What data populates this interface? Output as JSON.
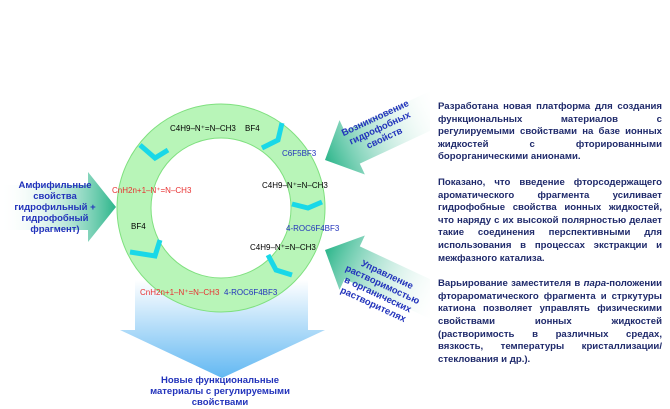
{
  "left_arrow": {
    "lines": [
      "Амфифильные",
      "свойства",
      "гидрофильный +",
      "гидрофобный",
      "фрагмент)"
    ]
  },
  "bottom_arrow": {
    "lines": [
      "Новые функциональные",
      "материалы с регулируемыми",
      "свойствами"
    ]
  },
  "top_right_arrow": {
    "lines": [
      "Возникновение",
      "гидрофобных",
      "свойств"
    ]
  },
  "bottom_right_arrow": {
    "lines": [
      "Управление",
      "растворимостью",
      "в органических",
      "растворителях"
    ]
  },
  "ring": {
    "cation_butyl": {
      "left": "C4H9",
      "n1": "N",
      "n2": "N",
      "right": "CH3"
    },
    "cation_alkyl": {
      "left": "CnH2n+1",
      "right": "CH3"
    },
    "anion_bf4": "BF4",
    "anion_c6f5bf3": "C6F5BF3",
    "anion_roc6f4bf3": "4-ROC6F4BF3"
  },
  "text_panel": {
    "p1": "Разработана новая платформа для создания функциональных материалов с регулируемыми свойствами на базе ионных жидкостей с фторированными борорганическими анионами.",
    "p2": "Показано, что введение фторсодержащего ароматического фрагмента усиливает гидрофобные свойства ионных жидкостей, что наряду с их высокой полярностью делает такие соединения перспективными для использования в процессах экстракции и межфазного катализа.",
    "p3_a": "Варьирование заместителя в ",
    "p3_italic": "пара",
    "p3_b": "-положении фторароматического фрагмента и стркутуры катиона позволяет управлять физическими свойствами ионных жидкостей (растворимость в различных средах, вязкость, температуры кристаллизации/стеклования и др.)."
  },
  "colors": {
    "ring": "#b8f5b8",
    "ring_edge": "#7fe07f",
    "separator": "#19d8e8",
    "green_arrow": "#2bb58a",
    "blue_arrow": "#7ec8f5",
    "text": "#1f2a6b",
    "label": "#2233bb",
    "alkyl": "#e83030"
  }
}
